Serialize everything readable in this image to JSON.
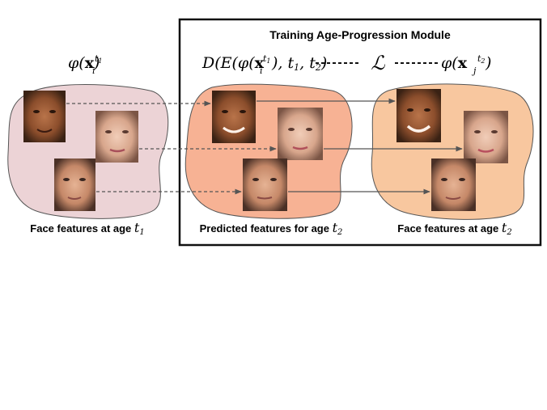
{
  "module": {
    "title": "Training Age-Progression Module"
  },
  "formulas": {
    "left": "φ(x_i^{t1})",
    "middle": "D(E(φ(x_i^{t1}), t1, t2)",
    "loss": "ℒ",
    "right": "φ(x_j^{t2})"
  },
  "captions": {
    "left_text": "Face features at age ",
    "left_var": "t",
    "left_sub": "1",
    "middle_text": "Predicted features for age ",
    "middle_var": "t",
    "middle_sub": "2",
    "right_text": "Face features at age ",
    "right_var": "t",
    "right_sub": "2"
  },
  "colors": {
    "blob_left": "#ecd3d6",
    "blob_middle": "#f7b294",
    "blob_right": "#f8c79f",
    "frame": "#111111",
    "arrow": "#555555"
  },
  "faces": {
    "left": [
      "face-1-source",
      "face-2-source",
      "face-3-source"
    ],
    "middle": [
      "face-1-predicted",
      "face-2-predicted",
      "face-3-predicted"
    ],
    "right": [
      "face-1-target",
      "face-2-target",
      "face-3-target"
    ]
  }
}
